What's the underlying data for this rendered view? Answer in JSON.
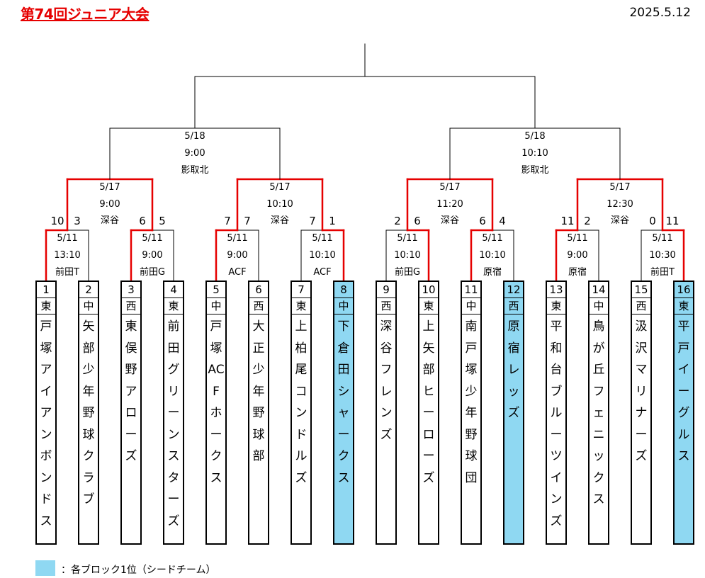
{
  "title": "第74回ジュニア大会",
  "date": "2025.5.12",
  "colors": {
    "winner": "#e60000",
    "seed": "#8fd8f2",
    "line": "#000000"
  },
  "matches": {
    "r1": [
      {
        "date": "5/11",
        "time": "13:10",
        "venue": "前田T",
        "score_l": "10",
        "score_r": "3"
      },
      {
        "date": "5/11",
        "time": "9:00",
        "venue": "前田G",
        "score_l": "6",
        "score_r": "5"
      },
      {
        "date": "5/11",
        "time": "9:00",
        "venue": "ACF",
        "score_l": "7",
        "score_r": "7"
      },
      {
        "date": "5/11",
        "time": "10:10",
        "venue": "ACF",
        "score_l": "7",
        "score_r": "1"
      },
      {
        "date": "5/11",
        "time": "10:10",
        "venue": "前田G",
        "score_l": "2",
        "score_r": "6"
      },
      {
        "date": "5/11",
        "time": "10:10",
        "venue": "原宿",
        "score_l": "6",
        "score_r": "4"
      },
      {
        "date": "5/11",
        "time": "9:00",
        "venue": "原宿",
        "score_l": "11",
        "score_r": "2"
      },
      {
        "date": "5/11",
        "time": "10:30",
        "venue": "前田T",
        "score_l": "0",
        "score_r": "11"
      }
    ],
    "r2": [
      {
        "date": "5/17",
        "time": "9:00",
        "venue": "深谷"
      },
      {
        "date": "5/17",
        "time": "10:10",
        "venue": "深谷"
      },
      {
        "date": "5/17",
        "time": "11:20",
        "venue": "深谷"
      },
      {
        "date": "5/17",
        "time": "12:30",
        "venue": "深谷"
      }
    ],
    "r3": [
      {
        "date": "5/18",
        "time": "9:00",
        "venue": "影取北"
      },
      {
        "date": "5/18",
        "time": "10:10",
        "venue": "影取北"
      }
    ]
  },
  "teams": [
    {
      "no": "1",
      "area": "東",
      "name": "戸塚アイアンボンドス",
      "seed": false
    },
    {
      "no": "2",
      "area": "中",
      "name": "矢部少年野球クラブ",
      "seed": false
    },
    {
      "no": "3",
      "area": "西",
      "name": "東俣野アローズ",
      "seed": false
    },
    {
      "no": "4",
      "area": "東",
      "name": "前田グリーンスターズ",
      "seed": false
    },
    {
      "no": "5",
      "area": "中",
      "name": "戸塚ACFホークス",
      "seed": false
    },
    {
      "no": "6",
      "area": "西",
      "name": "大正少年野球部",
      "seed": false
    },
    {
      "no": "7",
      "area": "東",
      "name": "上柏尾コンドルズ",
      "seed": false
    },
    {
      "no": "8",
      "area": "中",
      "name": "下倉田シャークス",
      "seed": true
    },
    {
      "no": "9",
      "area": "西",
      "name": "深谷フレンズ",
      "seed": false
    },
    {
      "no": "10",
      "area": "東",
      "name": "上矢部ヒーローズ",
      "seed": false
    },
    {
      "no": "11",
      "area": "中",
      "name": "南戸塚少年野球団",
      "seed": false
    },
    {
      "no": "12",
      "area": "西",
      "name": "原宿レッズ",
      "seed": true
    },
    {
      "no": "13",
      "area": "東",
      "name": "平和台ブルーツインズ",
      "seed": false
    },
    {
      "no": "14",
      "area": "中",
      "name": "鳥が丘フェニックス",
      "seed": false
    },
    {
      "no": "15",
      "area": "西",
      "name": "汲沢マリナーズ",
      "seed": false
    },
    {
      "no": "16",
      "area": "東",
      "name": "平戸イーグルス",
      "seed": true
    }
  ],
  "legend": {
    "text": "：各ブロック1位（シードチーム）"
  }
}
